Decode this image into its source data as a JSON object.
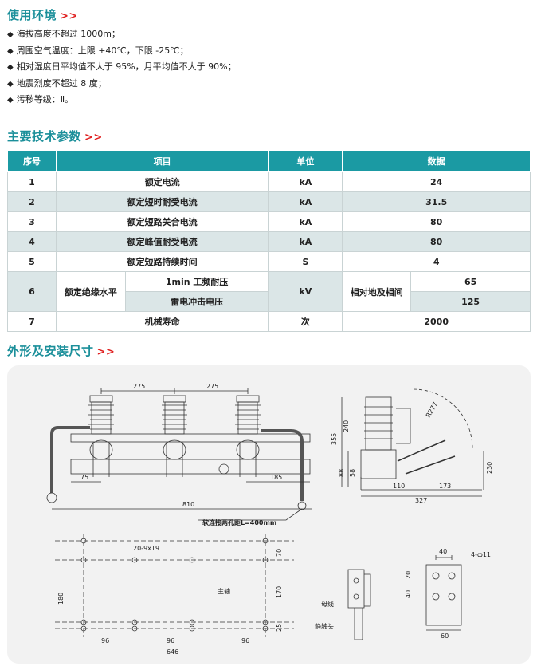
{
  "env": {
    "title": "使用环境",
    "arrows": ">>",
    "items": [
      "海拔高度不超过 1000m；",
      "周围空气温度：上限 +40℃，下限 -25℃；",
      "相对湿度日平均值不大于 95%，月平均值不大于 90%；",
      "地震烈度不超过 8 度；",
      "污秽等级：Ⅱ。"
    ]
  },
  "params": {
    "title": "主要技术参数",
    "arrows": ">>",
    "headers": [
      "序号",
      "项目",
      "单位",
      "数据"
    ],
    "rows": [
      {
        "no": "1",
        "item": "额定电流",
        "unit": "kA",
        "value": "24"
      },
      {
        "no": "2",
        "item": "额定短时耐受电流",
        "unit": "kA",
        "value": "31.5"
      },
      {
        "no": "3",
        "item": "额定短路关合电流",
        "unit": "kA",
        "value": "80"
      },
      {
        "no": "4",
        "item": "额定峰值耐受电流",
        "unit": "kA",
        "value": "80"
      },
      {
        "no": "5",
        "item": "额定短路持续时间",
        "unit": "S",
        "value": "4"
      }
    ],
    "row6": {
      "no": "6",
      "item": "额定绝缘水平",
      "sub1": "1min 工频耐压",
      "sub2": "雷电冲击电压",
      "unit": "kV",
      "cond": "相对地及相间",
      "v1": "65",
      "v2": "125"
    },
    "row7": {
      "no": "7",
      "item": "机械寿命",
      "unit": "次",
      "value": "2000"
    }
  },
  "dims": {
    "title": "外形及安装尺寸",
    "arrows": ">>",
    "front": {
      "spacing1": "275",
      "spacing2": "275",
      "d75": "75",
      "d810": "810",
      "d185": "185",
      "soft_link": "软连接两孔距L=400mm"
    },
    "side": {
      "h355": "355",
      "h240": "240",
      "h88": "88",
      "h58": "58",
      "w110": "110",
      "w327": "327",
      "w173": "173",
      "h230": "230",
      "r277": "R277"
    },
    "mount": {
      "holes": "20-9x19",
      "h70": "70",
      "h170": "170",
      "h25": "25",
      "h180": "180",
      "w96a": "96",
      "w96b": "96",
      "w96c": "96",
      "w646": "646",
      "shaft": "主轴"
    },
    "terminal": {
      "busbar": "母线",
      "contact": "静触头"
    },
    "plate": {
      "w40": "40",
      "holes": "4-ф11",
      "h20": "20",
      "h40": "40",
      "w60": "60"
    }
  }
}
